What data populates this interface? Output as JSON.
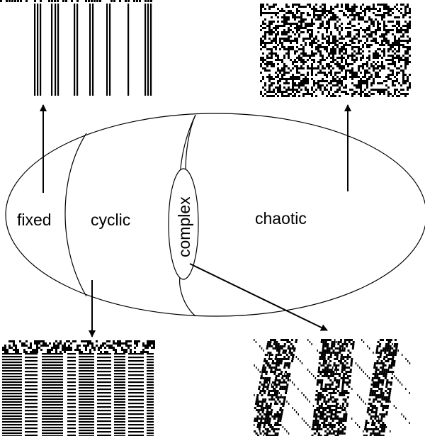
{
  "diagram": {
    "regions": {
      "fixed": "fixed",
      "cyclic": "cyclic",
      "complex": "complex",
      "chaotic": "chaotic"
    },
    "colors": {
      "ink": "#000000",
      "paper": "#ffffff"
    },
    "thumbnails": [
      {
        "name": "fixed-pattern",
        "kind": "vertical-stripes"
      },
      {
        "name": "chaotic-pattern",
        "kind": "random-noise"
      },
      {
        "name": "cyclic-pattern",
        "kind": "horizontal-periodic"
      },
      {
        "name": "complex-pattern",
        "kind": "diagonal-gliders"
      }
    ]
  }
}
